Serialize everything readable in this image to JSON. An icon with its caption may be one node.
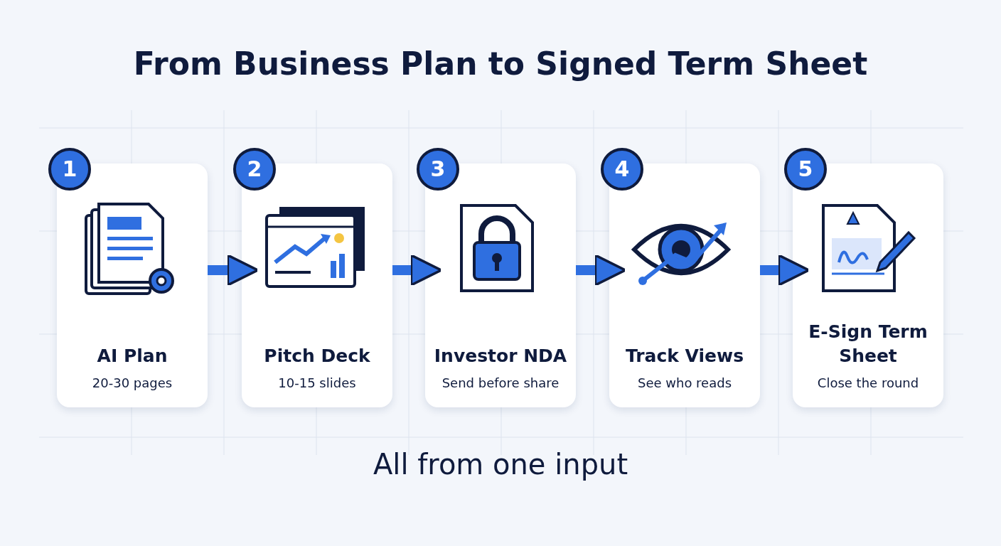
{
  "diagram": {
    "title": "From Business Plan to Signed Term Sheet",
    "caption": "All from one input",
    "nodes": [
      {
        "text": [
          "1",
          "AI Plan",
          "20-30 pages"
        ]
      },
      {
        "text": [
          "2",
          "Pitch Deck",
          "10-15 slides"
        ]
      },
      {
        "text": [
          "3",
          "Investor NDA",
          "Send before share"
        ]
      },
      {
        "text": [
          "4",
          "Track Views",
          "See who reads"
        ]
      },
      {
        "text": [
          "5",
          "E-Sign Term Sheet",
          "Close the round"
        ]
      }
    ],
    "edges": [
      {
        "from": 0,
        "to": 1,
        "arrow": "to"
      },
      {
        "from": 1,
        "to": 2,
        "arrow": "to"
      },
      {
        "from": 2,
        "to": 3,
        "arrow": "to"
      },
      {
        "from": 3,
        "to": 4,
        "arrow": "to"
      }
    ]
  }
}
